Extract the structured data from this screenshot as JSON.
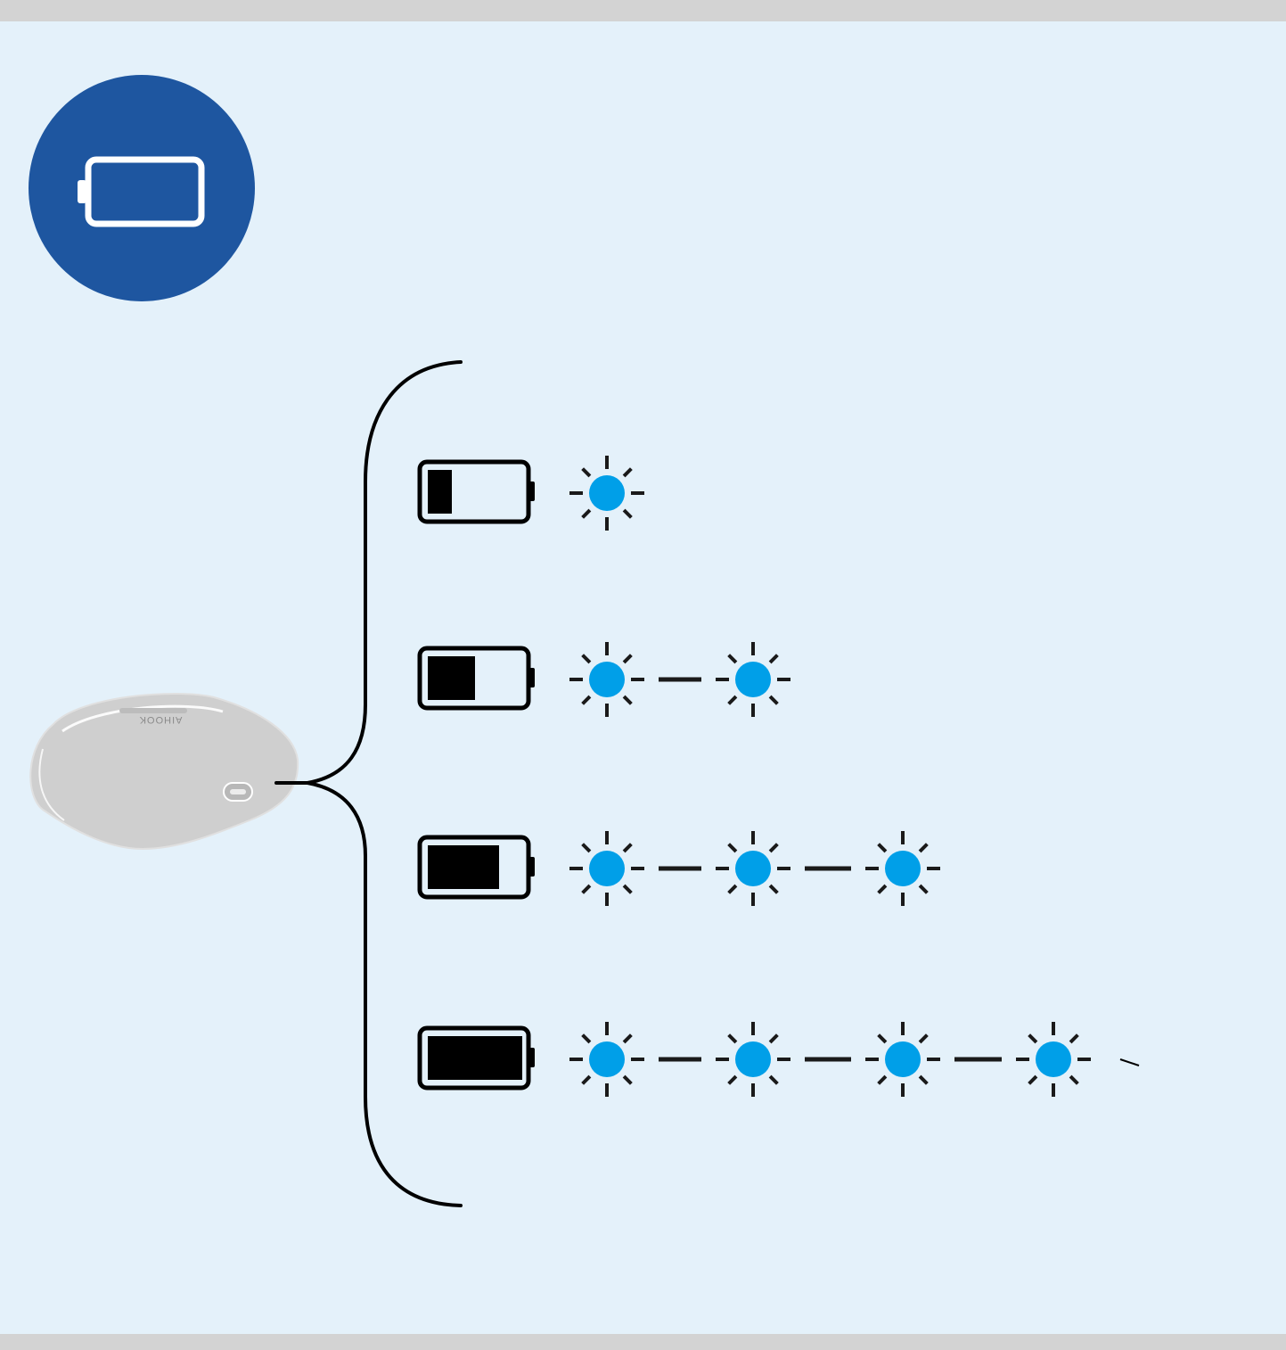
{
  "colors": {
    "background": "#e4f1fa",
    "frame": "#d3d3d3",
    "badge": "#1e56a0",
    "led": "#009fe8",
    "ink": "#000000"
  },
  "badge": {
    "icon": "battery-icon"
  },
  "device": {
    "brand": "AIHOOK",
    "icon": "charging-case"
  },
  "levels": [
    {
      "battery_fill": 0.25,
      "led_blinks": 1
    },
    {
      "battery_fill": 0.5,
      "led_blinks": 2
    },
    {
      "battery_fill": 0.75,
      "led_blinks": 3
    },
    {
      "battery_fill": 1.0,
      "led_blinks": 4
    }
  ]
}
